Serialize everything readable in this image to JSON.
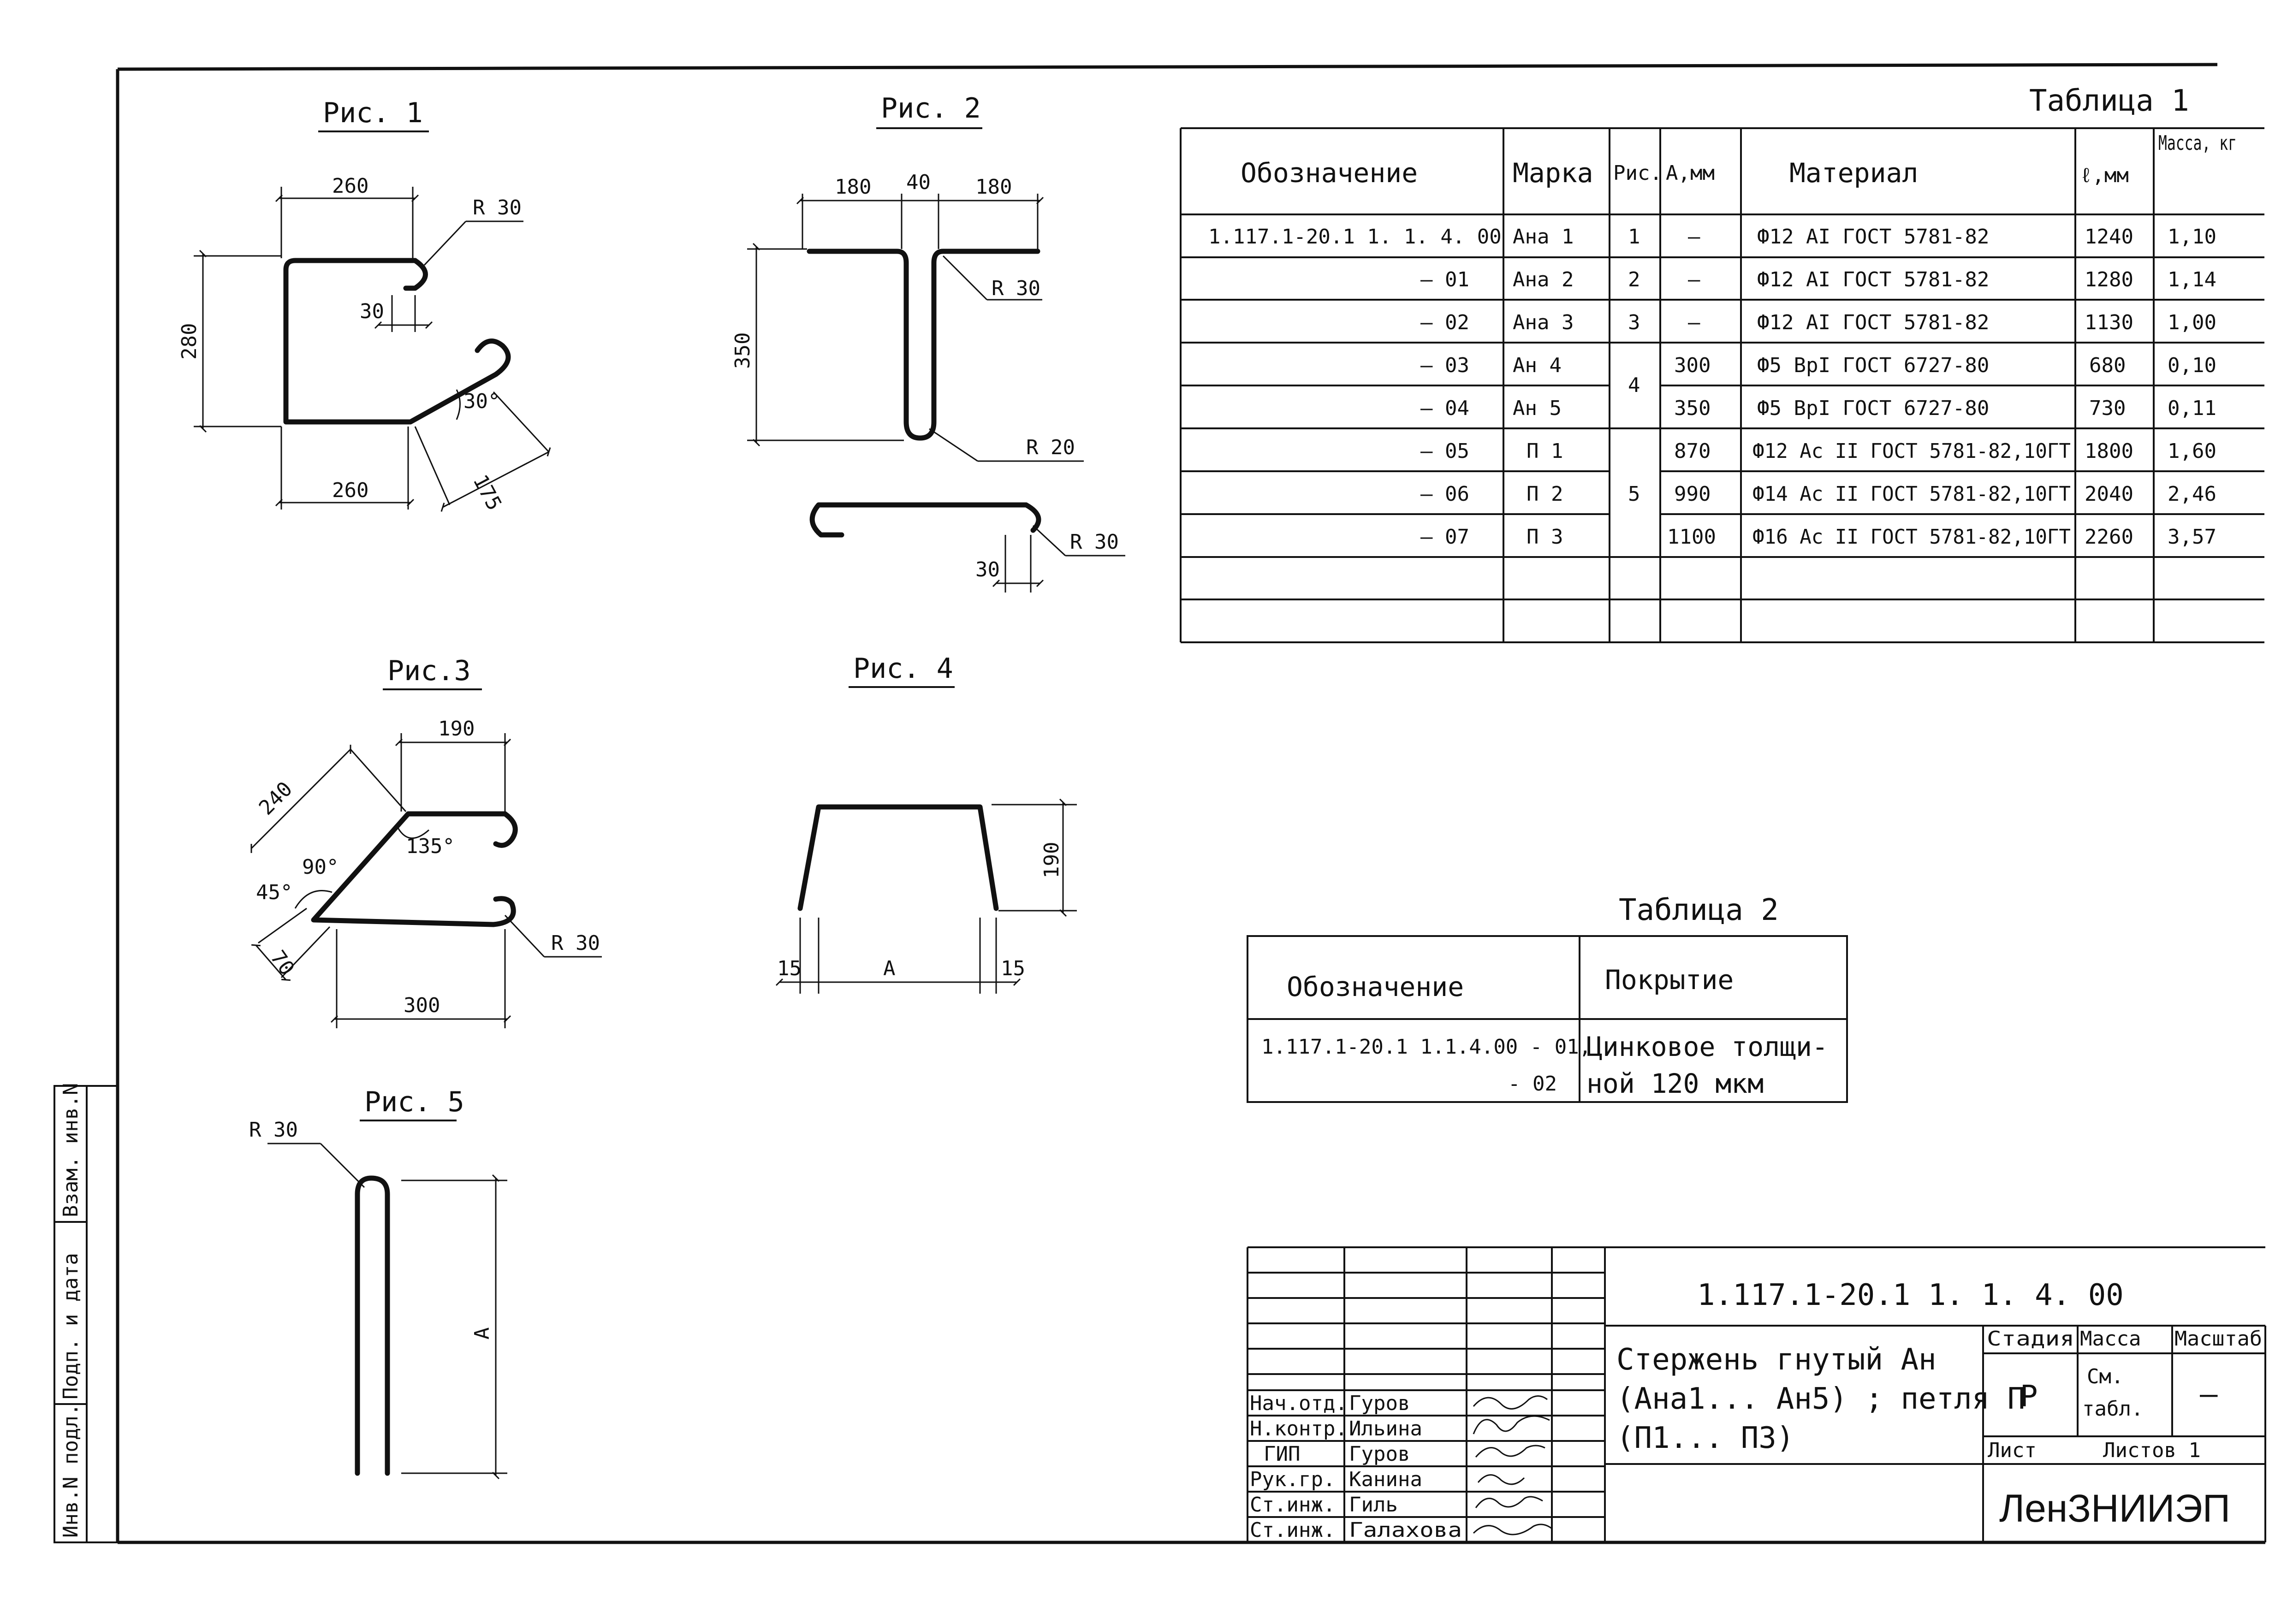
{
  "side_stamp": [
    "Инв.N подл.",
    "Подп. и дата",
    "Взам. инв.N"
  ],
  "figures": {
    "fig1": {
      "caption": "Рис. 1",
      "d_top": "260",
      "d_bottom": "260",
      "d_height": "280",
      "radius": "R 30",
      "gap": "30",
      "angle": "30°",
      "d_hook": "175"
    },
    "fig2": {
      "caption": "Рис. 2",
      "d_left": "180",
      "d_mid": "40",
      "d_right": "180",
      "d_height": "350",
      "radius_top": "R 30",
      "radius_bottom": "R 20",
      "radius_loop": "R 30",
      "gap": "30"
    },
    "fig3": {
      "caption": "Рис.3",
      "d_top": "190",
      "d_diag": "240",
      "angle_90": "90°",
      "angle_135": "135°",
      "angle_45": "45°",
      "d_small": "70",
      "d_bottom": "300",
      "radius": "R 30"
    },
    "fig4": {
      "caption": "Рис. 4",
      "d_height": "190",
      "d_left": "15",
      "d_span": "А",
      "d_right": "15"
    },
    "fig5": {
      "caption": "Рис. 5",
      "radius": "R 30",
      "d_length": "А"
    }
  },
  "table1": {
    "title": "Таблица 1",
    "headers": [
      "Обозначение",
      "Марка",
      "Рис.",
      "А,мм",
      "Материал",
      "ℓ,мм",
      "Масса, кг"
    ],
    "rows": [
      [
        "1.117.1-20.1 1. 1. 4. 00",
        "Ана 1",
        "1",
        "–",
        "Ф12 АI ГОСТ 5781-82",
        "1240",
        "1,10"
      ],
      [
        "– 01",
        "Ана 2",
        "2",
        "–",
        "Ф12 АI ГОСТ 5781-82",
        "1280",
        "1,14"
      ],
      [
        "– 02",
        "Ана 3",
        "3",
        "–",
        "Ф12 АI ГОСТ 5781-82",
        "1130",
        "1,00"
      ],
      [
        "– 03",
        "Ан 4",
        "4",
        "300",
        "Ф5 ВрI ГОСТ 6727-80",
        "680",
        "0,10"
      ],
      [
        "– 04",
        "Ан 5",
        "",
        "350",
        "Ф5 ВрI ГОСТ 6727-80",
        "730",
        "0,11"
      ],
      [
        "– 05",
        "П 1",
        "",
        "870",
        "Ф12 Ас II ГОСТ 5781-82,10ГТ",
        "1800",
        "1,60"
      ],
      [
        "– 06",
        "П 2",
        "5",
        "990",
        "Ф14 Ас II ГОСТ 5781-82,10ГТ",
        "2040",
        "2,46"
      ],
      [
        "– 07",
        "П 3",
        "",
        "1100",
        "Ф16 Ас II ГОСТ 5781-82,10ГТ",
        "2260",
        "3,57"
      ]
    ]
  },
  "table2": {
    "title": "Таблица 2",
    "headers": [
      "Обозначение",
      "Покрытие"
    ],
    "row_designation": [
      "1.117.1-20.1 1.1.4.00 - 01,",
      "- 02"
    ],
    "row_coating": [
      "Цинковое толщи-",
      "ной 120 мкм"
    ]
  },
  "title_block": {
    "document_code": "1.117.1-20.1 1. 1. 4. 00",
    "name_lines": [
      "Стержень гнутый Ан",
      "(Ана1... Ан5) ; петля П",
      "(П1... П3)"
    ],
    "stage_label": "Стадия",
    "stage_value": "Р",
    "mass_label": "Масса",
    "mass_value_1": "См.",
    "mass_value_2": "табл.",
    "scale_label": "Масштаб",
    "scale_value": "—",
    "sheet_label": "Лист",
    "sheets_label": "Листов 1",
    "organization": "ЛенЗНИИЭП",
    "signatures": [
      {
        "role": "Нач.отд.",
        "name": "Гуров"
      },
      {
        "role": "Н.контр.",
        "name": "Ильина"
      },
      {
        "role": "ГИП",
        "name": "Гуров"
      },
      {
        "role": "Рук.гр.",
        "name": "Канина"
      },
      {
        "role": "Ст.инж.",
        "name": "Гиль"
      },
      {
        "role": "Ст.инж.",
        "name": "Галахова"
      }
    ]
  }
}
